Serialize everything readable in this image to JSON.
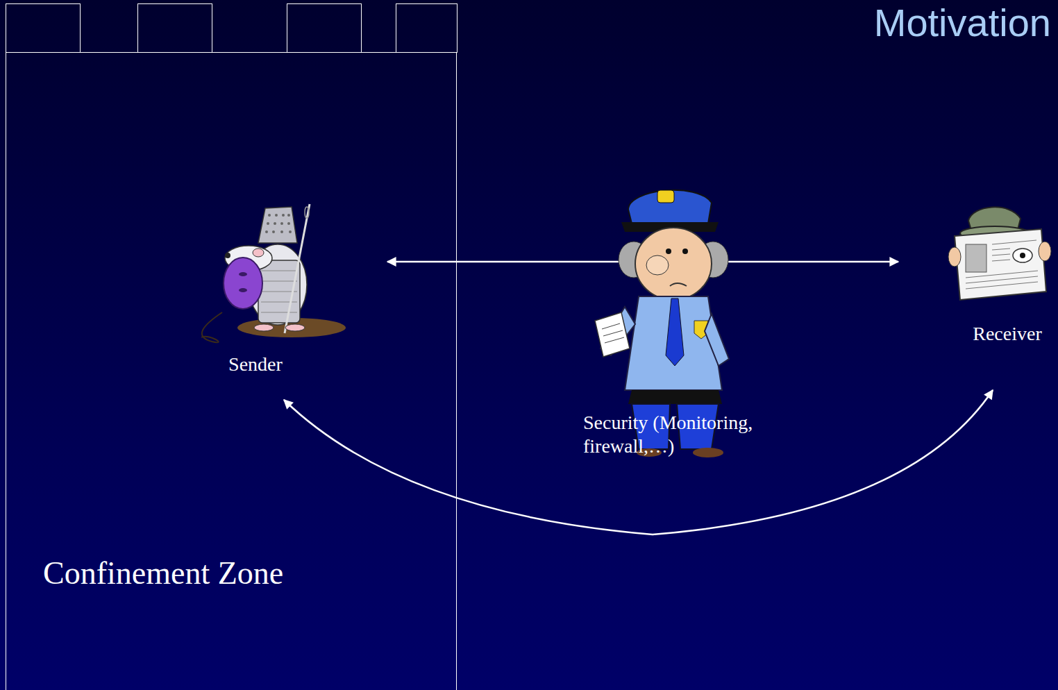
{
  "diagram": {
    "title": "Motivation",
    "nodes": [
      {
        "text": [
          "Confinement Zone"
        ]
      },
      {
        "text": [
          "Sender"
        ],
        "in": 0
      },
      {
        "text": [
          "Security (Monitoring, firewall,…)"
        ]
      },
      {
        "text": [
          "Receiver"
        ]
      }
    ],
    "edges": [
      {
        "from": 1,
        "to": 3,
        "arrow": "both"
      },
      {
        "from": 1,
        "to": 3,
        "arrow": "both"
      }
    ]
  }
}
